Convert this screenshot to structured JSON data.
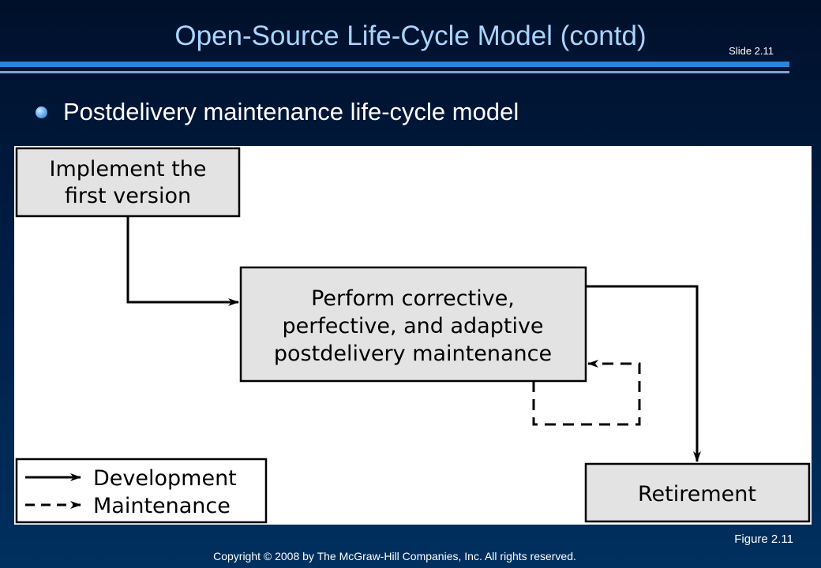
{
  "slide": {
    "title": "Open-Source Life-Cycle Model (contd)",
    "slide_number": "Slide 2.11",
    "bullet": "Postdelivery maintenance life-cycle model",
    "figure_label": "Figure 2.11",
    "copyright": "Copyright © 2008 by The McGraw-Hill Companies, Inc.  All rights reserved."
  },
  "diagram": {
    "nodes": {
      "implement": {
        "lines": [
          "Implement the",
          "first version"
        ]
      },
      "maintenance": {
        "lines": [
          "Perform corrective,",
          "perfective, and adaptive",
          "postdelivery maintenance"
        ]
      },
      "retirement": {
        "lines": [
          "Retirement"
        ]
      }
    },
    "legend": {
      "development": "Development",
      "maintenance": "Maintenance"
    },
    "edges": [
      {
        "from": "implement",
        "to": "maintenance",
        "style": "solid"
      },
      {
        "from": "maintenance",
        "to": "maintenance",
        "style": "dashed"
      },
      {
        "from": "maintenance",
        "to": "retirement",
        "style": "solid"
      }
    ],
    "colors": {
      "box_fill": "#e3e3e3",
      "stroke": "#000000"
    }
  }
}
